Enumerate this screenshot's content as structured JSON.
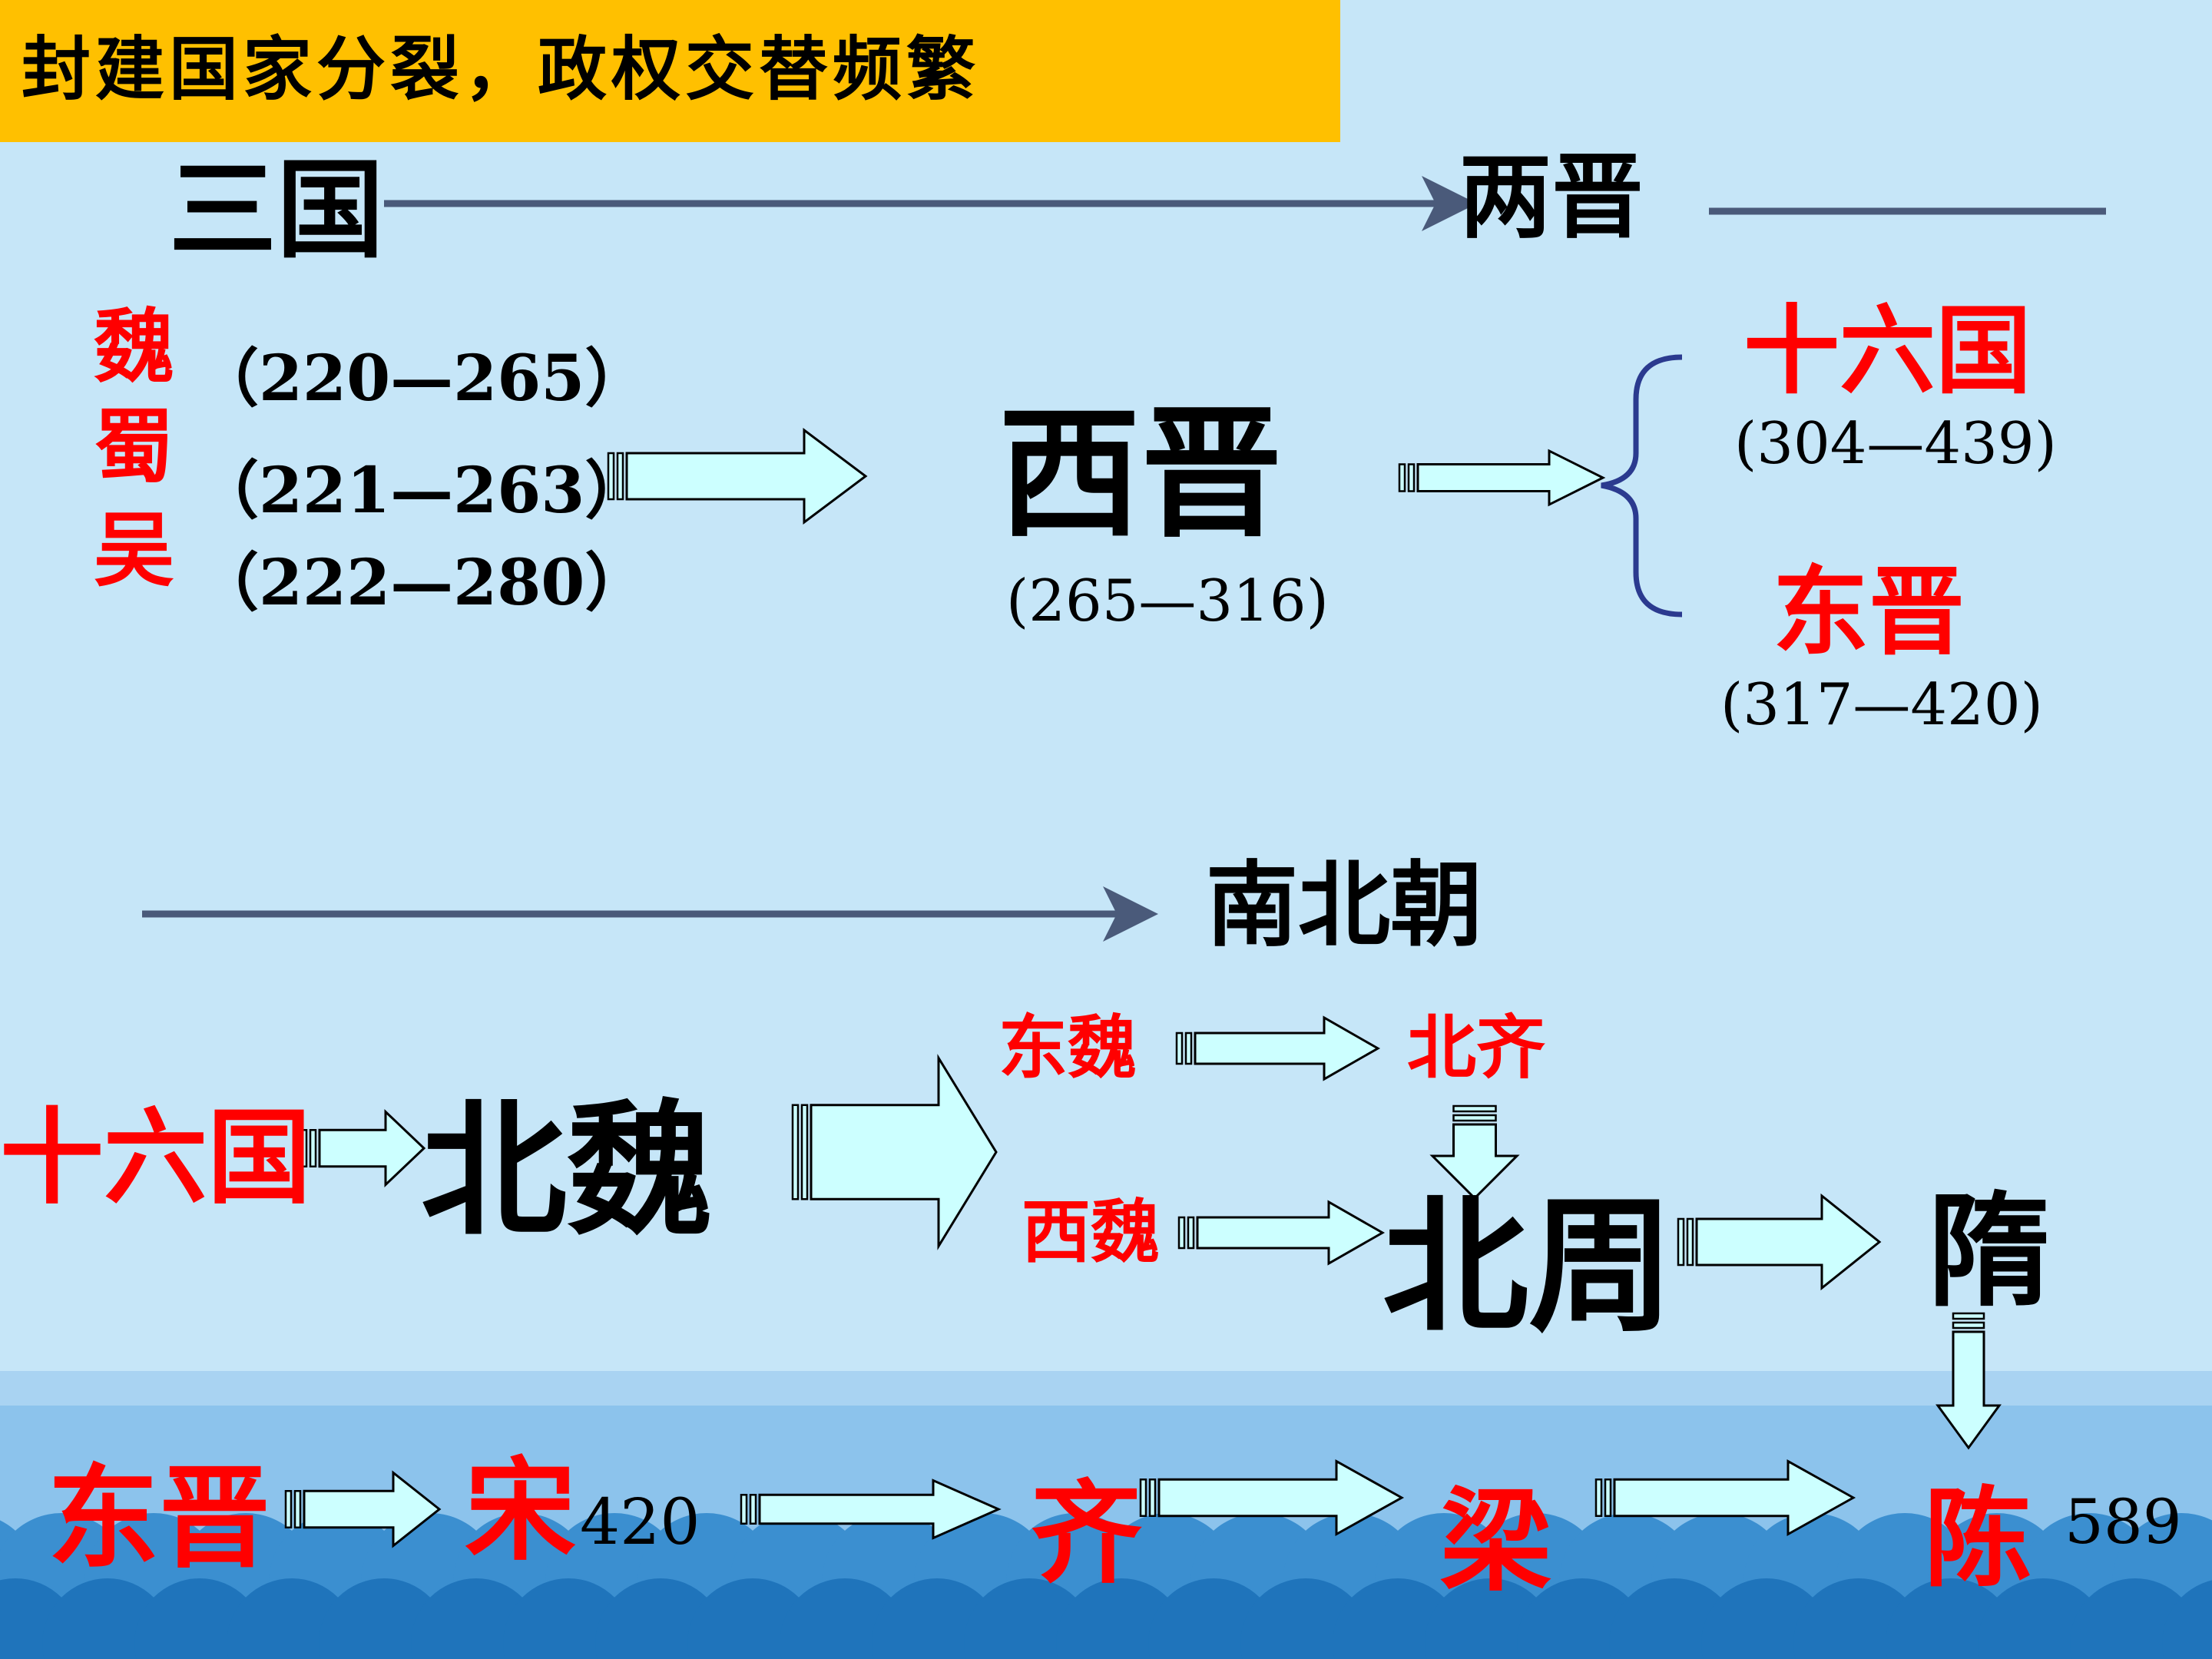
{
  "title": "封建国家分裂，政权交替频繁",
  "section1": {
    "start": "三国",
    "end": "两晋",
    "states": [
      {
        "name": "魏",
        "years": "（220—265）"
      },
      {
        "name": "蜀",
        "years": "（221—263）"
      },
      {
        "name": "吴",
        "years": "（222—280）"
      }
    ],
    "western_jin": {
      "name": "西晋",
      "years": "(265—316)"
    },
    "sixteen_kingdoms": {
      "name": "十六国",
      "years": "(304—439)"
    },
    "eastern_jin": {
      "name": "东晋",
      "years": "(317—420)"
    }
  },
  "section2": {
    "label": "南北朝",
    "sixteen_kingdoms": "十六国",
    "northern_wei": "北魏",
    "eastern_wei": "东魏",
    "northern_qi": "北齐",
    "western_wei": "西魏",
    "northern_zhou": "北周",
    "sui": "隋"
  },
  "section3": {
    "eastern_jin": "东晋",
    "song": "宋",
    "song_year": "420",
    "qi": "齐",
    "liang": "梁",
    "chen": "陈",
    "end_year": "589"
  },
  "colors": {
    "banner": "#ffc000",
    "background": "#c6e6f8",
    "sea": "#2e86c9",
    "arrow_fill": "#ccffff",
    "accent_red": "#ff0000",
    "bracket": "#2b3a8f",
    "timeline": "#4a5a7a"
  }
}
